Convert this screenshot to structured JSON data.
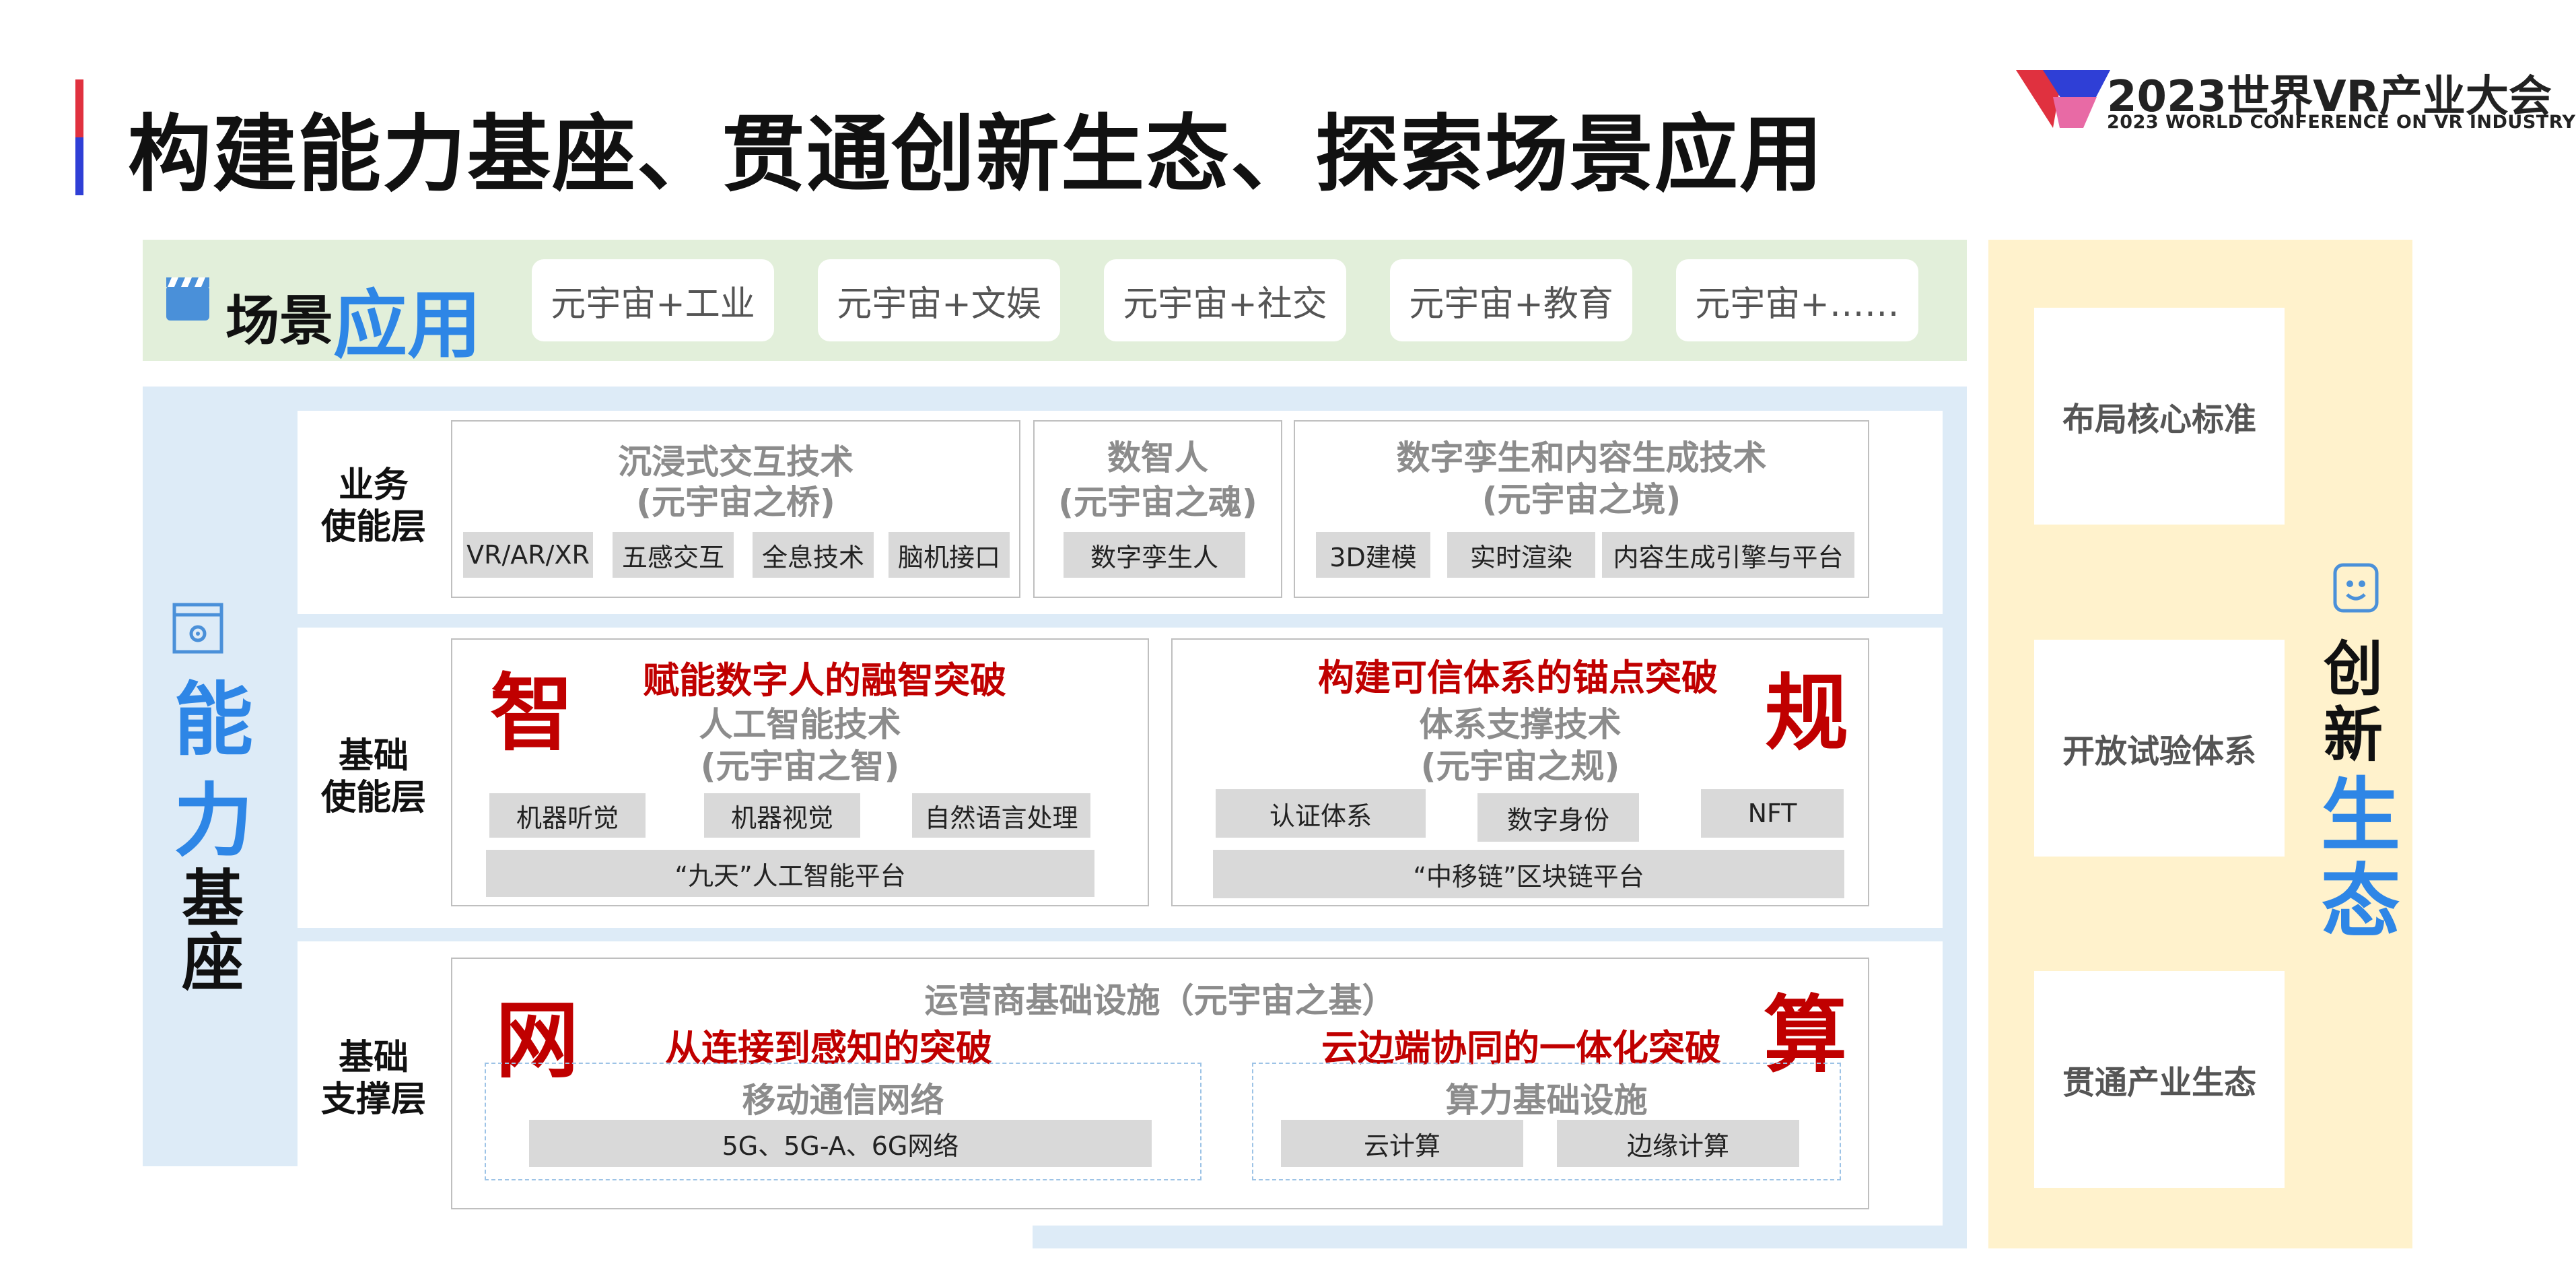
{
  "header": {
    "title": "构建能力基座、贯通创新生态、探索场景应用",
    "logo_main": "2023世界VR产业大会",
    "logo_sub": "2023 WORLD CONFERENCE ON VR INDUSTRY"
  },
  "scene": {
    "label_1": "场景",
    "label_2": "应用",
    "items": [
      "元宇宙+工业",
      "元宇宙+文娱",
      "元宇宙+社交",
      "元宇宙+教育",
      "元宇宙+……"
    ]
  },
  "capability": {
    "vertical": [
      "能",
      "力",
      "基",
      "座"
    ],
    "layers": {
      "business": {
        "label": "业务\n使能层",
        "groups": [
          {
            "title": "沉浸式交互技术",
            "subtitle": "(元宇宙之桥)",
            "items": [
              "VR/AR/XR",
              "五感交互",
              "全息技术",
              "脑机接口"
            ]
          },
          {
            "title": "数智人",
            "subtitle": "(元宇宙之魂)",
            "items": [
              "数字孪生人"
            ]
          },
          {
            "title": "数字孪生和内容生成技术",
            "subtitle": "(元宇宙之境)",
            "items": [
              "3D建模",
              "实时渲染",
              "内容生成引擎与平台"
            ]
          }
        ]
      },
      "base_enable": {
        "label": "基础\n使能层",
        "ai": {
          "big": "智",
          "headline": "赋能数字人的融智突破",
          "title": "人工智能技术",
          "subtitle": "(元宇宙之智)",
          "items": [
            "机器听觉",
            "机器视觉",
            "自然语言处理"
          ],
          "platform": "“九天”人工智能平台"
        },
        "trust": {
          "big": "规",
          "headline": "构建可信体系的锚点突破",
          "title": "体系支撑技术",
          "subtitle": "(元宇宙之规)",
          "items": [
            "认证体系",
            "数字身份",
            "NFT"
          ],
          "platform": "“中移链”区块链平台"
        }
      },
      "base_support": {
        "label": "基础\n支撑层",
        "title": "运营商基础设施（元宇宙之基）",
        "network": {
          "big": "网",
          "headline": "从连接到感知的突破",
          "title": "移动通信网络",
          "item": "5G、5G-A、6G网络"
        },
        "compute": {
          "big": "算",
          "headline": "云边端协同的一体化突破",
          "title": "算力基础设施",
          "items": [
            "云计算",
            "边缘计算"
          ]
        }
      }
    }
  },
  "ecosystem": {
    "cards": [
      "布局核心标准",
      "开放试验体系",
      "贯通产业生态"
    ],
    "vertical": [
      "创",
      "新",
      "生",
      "态"
    ]
  },
  "colors": {
    "accent_blue": "#2e86e6",
    "accent_red": "#c00000",
    "scene_bg": "#e2efda",
    "cap_bg": "#ddebf7",
    "eco_bg": "#fff2cc"
  },
  "icons": {
    "scene": "clapperboard-icon",
    "capability": "browser-gear-icon",
    "ecosystem": "face-icon"
  }
}
